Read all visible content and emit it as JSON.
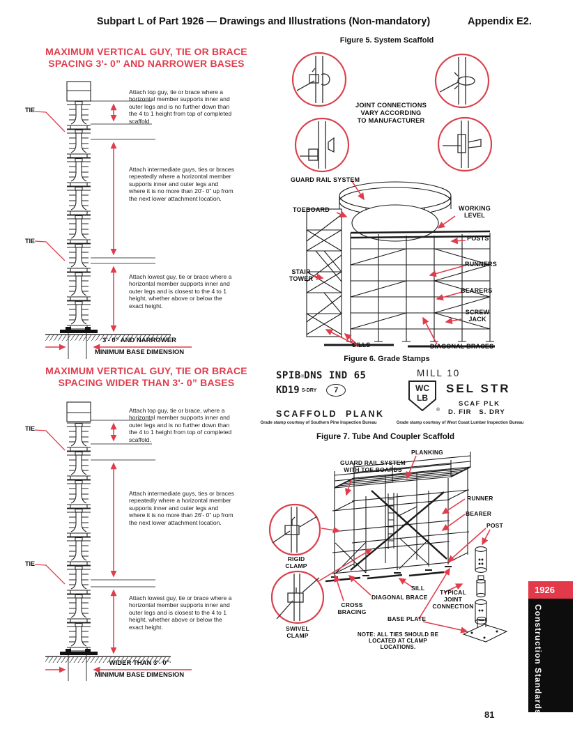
{
  "colors": {
    "accent_red": "#e03c4c",
    "sidebar_red": "#e2394b",
    "sidebar_black": "#0d0d0d"
  },
  "header": {
    "title": "Subpart L of Part 1926 — Drawings and Illustrations (Non-mandatory)",
    "appendix": "Appendix E2."
  },
  "page_number": "81",
  "sidebar": {
    "tab": "1926",
    "vertical_label": "Construction Standards"
  },
  "diagram_narrow": {
    "title": "MAXIMUM VERTICAL GUY, TIE OR BRACE\nSPACING 3'- 0” AND NARROWER BASES",
    "tie_label": "TIE",
    "note_top": "Attach top guy, tie or brace where a horizontal member supports inner and outer legs and is no further down than the 4 to 1 height from top of completed scaffold",
    "note_mid": "Attach intermediate guys, ties or braces repeatedly where a horizontal member supports inner and outer legs and where it is no more than 20'- 0” up from the next lower attachment location.",
    "note_bottom": "Attach lowest guy, tie or brace where a horizontal member supports inner and outer legs and is closest to the 4 to 1 height, whether above or below the exact height.",
    "dim_line1": "3'- 0” AND NARROWER",
    "dim_line2": "MINIMUM BASE DIMENSION"
  },
  "diagram_wide": {
    "title": "MAXIMUM VERTICAL GUY, TIE OR BRACE\nSPACING WIDER THAN 3'- 0” BASES",
    "tie_label": "TIE",
    "note_top": "Attach top guy, tie or brace, where a horizontal member supports inner and outer legs and is no further down than the 4 to 1 height from top of completed scaffold.",
    "note_mid": "Attach intermediate guys, ties or braces repeatedly where a horizontal member supports inner and outer legs and where it is no more than 26'- 0” up from the next lower attachment location.",
    "note_bottom": "Attach lowest guy, tie or brace where a horizontal member supports inner and outer legs and is closest to the 4 to 1 height, whether above or below the exact height.",
    "dim_line1": "WIDER THAN 3'- 0”",
    "dim_line2": "MINIMUM BASE DIMENSION"
  },
  "figure5": {
    "caption": "Figure 5. System Scaffold",
    "joint_note": "JOINT CONNECTIONS\nVARY ACCORDING\nTO MANUFACTURER",
    "labels": {
      "guard_rail": "GUARD RAIL SYSTEM",
      "toeboard": "TOEBOARD",
      "working_level": "WORKING\nLEVEL",
      "posts": "POSTS",
      "runners": "RUNNERS",
      "bearers": "BEARERS",
      "screw_jack": "SCREW\nJACK",
      "stair_tower": "STAIR\nTOWER",
      "sills": "SILLS",
      "diagonal_braces": "DIAGONAL BRACES"
    }
  },
  "figure6": {
    "caption": "Figure 6. Grade Stamps",
    "left_stamp": {
      "mark": "SPIB",
      "reg": "®",
      "grade": "DNS IND 65",
      "kd": "KD19",
      "dry": "S-DRY",
      "badge": "7",
      "name": "SCAFFOLD  PLANK",
      "credit": "Grade stamp courtesy of Southern Pine Inspection Bureau"
    },
    "right_stamp": {
      "mill": "MILL 10",
      "shield_top": "WC",
      "shield_bottom": "LB",
      "reg": "®",
      "grade": "SEL STR",
      "product": "SCAF PLK",
      "species": "D. FIR   S. DRY",
      "credit": "Grade stamp courtesy of West Coast Lumber Inspection Bureau"
    }
  },
  "figure7": {
    "caption": "Figure 7. Tube And Coupler Scaffold",
    "labels": {
      "planking": "PLANKING",
      "guard_rail": "GUARD RAIL SYSTEM\nWITH TOE BOARDS",
      "runner": "RUNNER",
      "bearer": "BEARER",
      "post": "POST",
      "rigid_clamp": "RIGID\nCLAMP",
      "swivel_clamp": "SWIVEL\nCLAMP",
      "cross_bracing": "CROSS\nBRACING",
      "diagonal_brace": "DIAGONAL BRACE",
      "sill": "SILL",
      "base_plate": "BASE PLATE",
      "typical_joint": "TYPICAL\nJOINT\nCONNECTION",
      "note": "NOTE: ALL TIES SHOULD BE\nLOCATED AT CLAMP LOCATIONS."
    }
  }
}
